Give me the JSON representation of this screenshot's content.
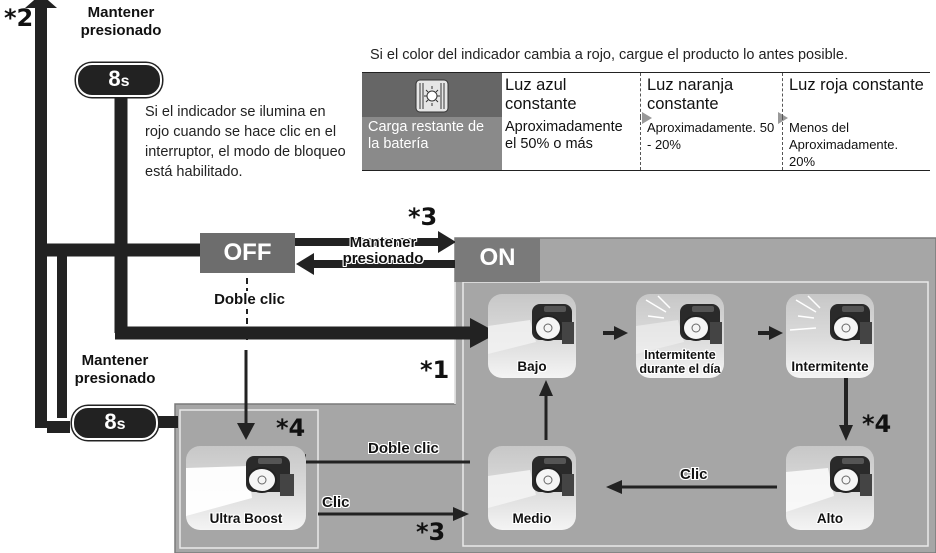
{
  "header_note": "Si el color del indicador cambia a rojo, cargue el producto lo antes posible.",
  "indicator_table": {
    "icon": "indicator-light-icon",
    "columns": [
      "Luz azul constante",
      "Luz naranja constante",
      "Luz roja constante"
    ],
    "row_label": "Carga restante de la batería",
    "values": [
      "Aproximadamente el 50% o más",
      "Aproximadamente. 50 - 20%",
      "Menos del Aproximadamente. 20%"
    ]
  },
  "lock_note": "Si el indicador se ilumina en rojo cuando se hace clic en el interruptor, el modo de bloqueo está habilitado.",
  "states": {
    "off": "OFF",
    "on": "ON"
  },
  "hold_top": {
    "star": "*2",
    "label_line1": "Mantener",
    "label_line2": "presionado",
    "time_value": "8",
    "time_unit": "s"
  },
  "hold_left": {
    "label_line1": "Mantener",
    "label_line2": "presionado",
    "time_value": "8",
    "time_unit": "s"
  },
  "off_on": {
    "star": "*3",
    "label_line1": "Mantener",
    "label_line2": "presionado"
  },
  "double_click_off": "Doble clic",
  "star_1": "*1",
  "modes": {
    "bajo": "Bajo",
    "intermitente_dia_line1": "Intermitente",
    "intermitente_dia_line2": "durante el día",
    "intermitente": "Intermitente",
    "alto": "Alto",
    "medio": "Medio",
    "ultra_boost": "Ultra Boost"
  },
  "transitions": {
    "alto_to_medio": "Clic",
    "medio_to_ultra": "Doble clic",
    "ultra_to_medio": "Clic",
    "star_alto": "*4",
    "star_ultra": "*4",
    "star_medio": "*3"
  },
  "colors": {
    "dark": "#222222",
    "state_gray": "#6d6d6d",
    "panel_gray": "#a6a6a6",
    "panel_border": "#7a7a7a"
  }
}
